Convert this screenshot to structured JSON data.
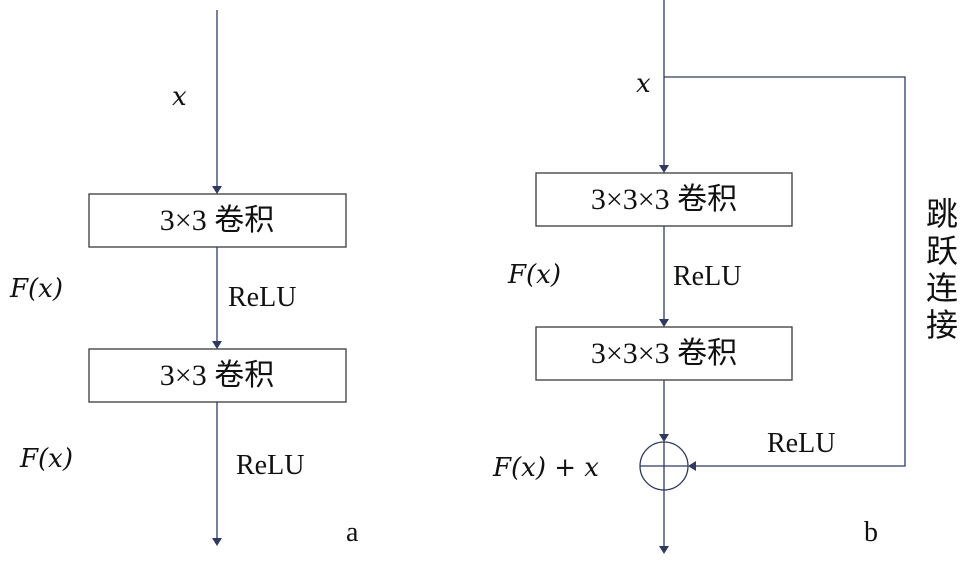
{
  "diagram_a": {
    "input_label": "x",
    "conv1_label": "3×3 卷积",
    "fx_label_1": "F(x)",
    "relu_label_1": "ReLU",
    "conv2_label": "3×3 卷积",
    "fx_label_2": "F(x)",
    "relu_label_2": "ReLU",
    "panel_label": "a"
  },
  "diagram_b": {
    "input_label": "x",
    "conv1_label": "3×3×3 卷积",
    "fx_label": "F(x)",
    "relu_label_1": "ReLU",
    "conv2_label": "3×3×3 卷积",
    "sum_label": "F(x) + x",
    "relu_label_2": "ReLU",
    "skip_label": [
      "跳",
      "跃",
      "连",
      "接"
    ],
    "panel_label": "b"
  },
  "colors": {
    "line": "#2f3a5f",
    "box_border": "#3a3a3a",
    "background": "#ffffff"
  }
}
